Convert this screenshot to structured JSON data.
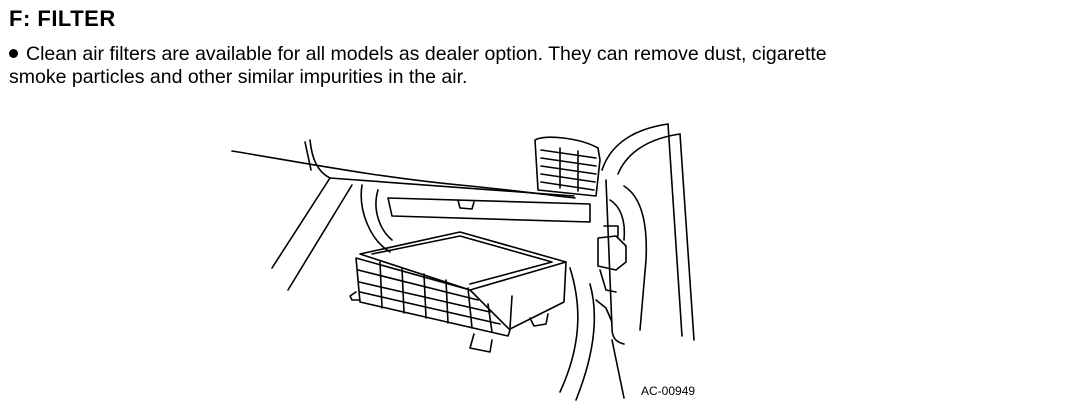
{
  "section": {
    "title": "F: FILTER"
  },
  "paragraph": {
    "line1": "Clean air filters are available for all models as dealer option. They can remove dust, cigarette",
    "line2": "smoke particles and other similar impurities in the air."
  },
  "figure": {
    "code": "AC-00949"
  }
}
